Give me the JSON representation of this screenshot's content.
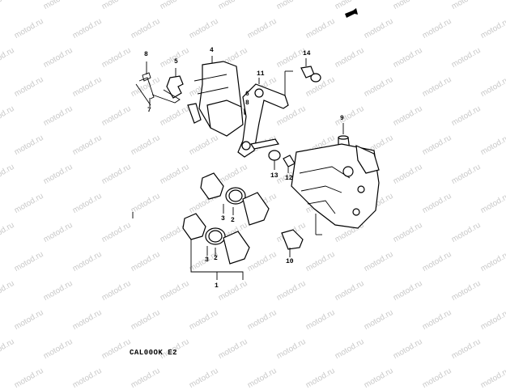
{
  "watermark": "motod.ru",
  "diagram_code": "CAL00OK E2",
  "callouts": [
    {
      "id": "8a",
      "label": "8"
    },
    {
      "id": "5",
      "label": "5"
    },
    {
      "id": "4",
      "label": "4"
    },
    {
      "id": "7",
      "label": "7"
    },
    {
      "id": "6",
      "label": "6"
    },
    {
      "id": "11",
      "label": "11"
    },
    {
      "id": "14",
      "label": "14"
    },
    {
      "id": "8b",
      "label": "8"
    },
    {
      "id": "9",
      "label": "9"
    },
    {
      "id": "13",
      "label": "13"
    },
    {
      "id": "12",
      "label": "12"
    },
    {
      "id": "3a",
      "label": "3"
    },
    {
      "id": "2a",
      "label": "2"
    },
    {
      "id": "3b",
      "label": "3"
    },
    {
      "id": "2b",
      "label": "2"
    },
    {
      "id": "10",
      "label": "10"
    },
    {
      "id": "1",
      "label": "1"
    }
  ]
}
